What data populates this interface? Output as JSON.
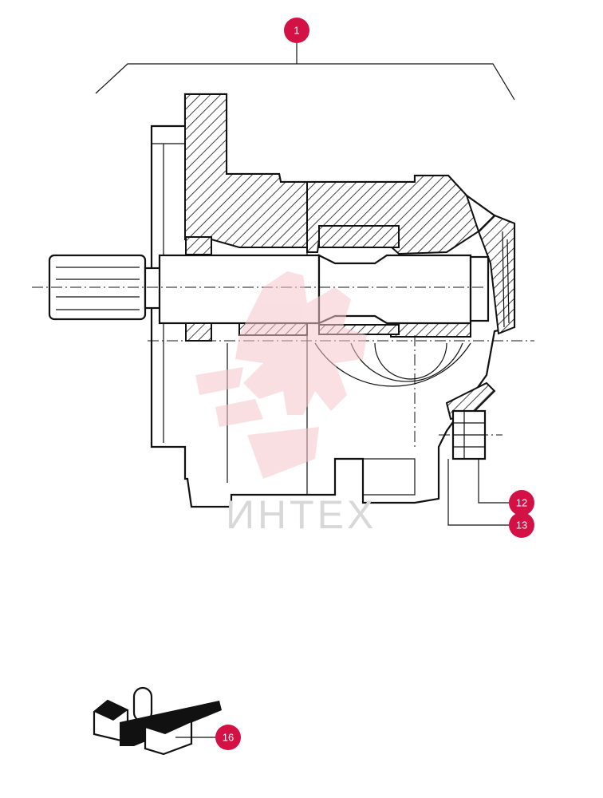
{
  "callouts": [
    {
      "id": "c1",
      "label": "1"
    },
    {
      "id": "c12",
      "label": "12"
    },
    {
      "id": "c13",
      "label": "13"
    },
    {
      "id": "c16",
      "label": "16"
    }
  ],
  "watermark": {
    "text": "ИНТЕХ"
  },
  "colors": {
    "callout": "#d31145",
    "watermark": "#f5c6cc",
    "line": "#111111"
  }
}
